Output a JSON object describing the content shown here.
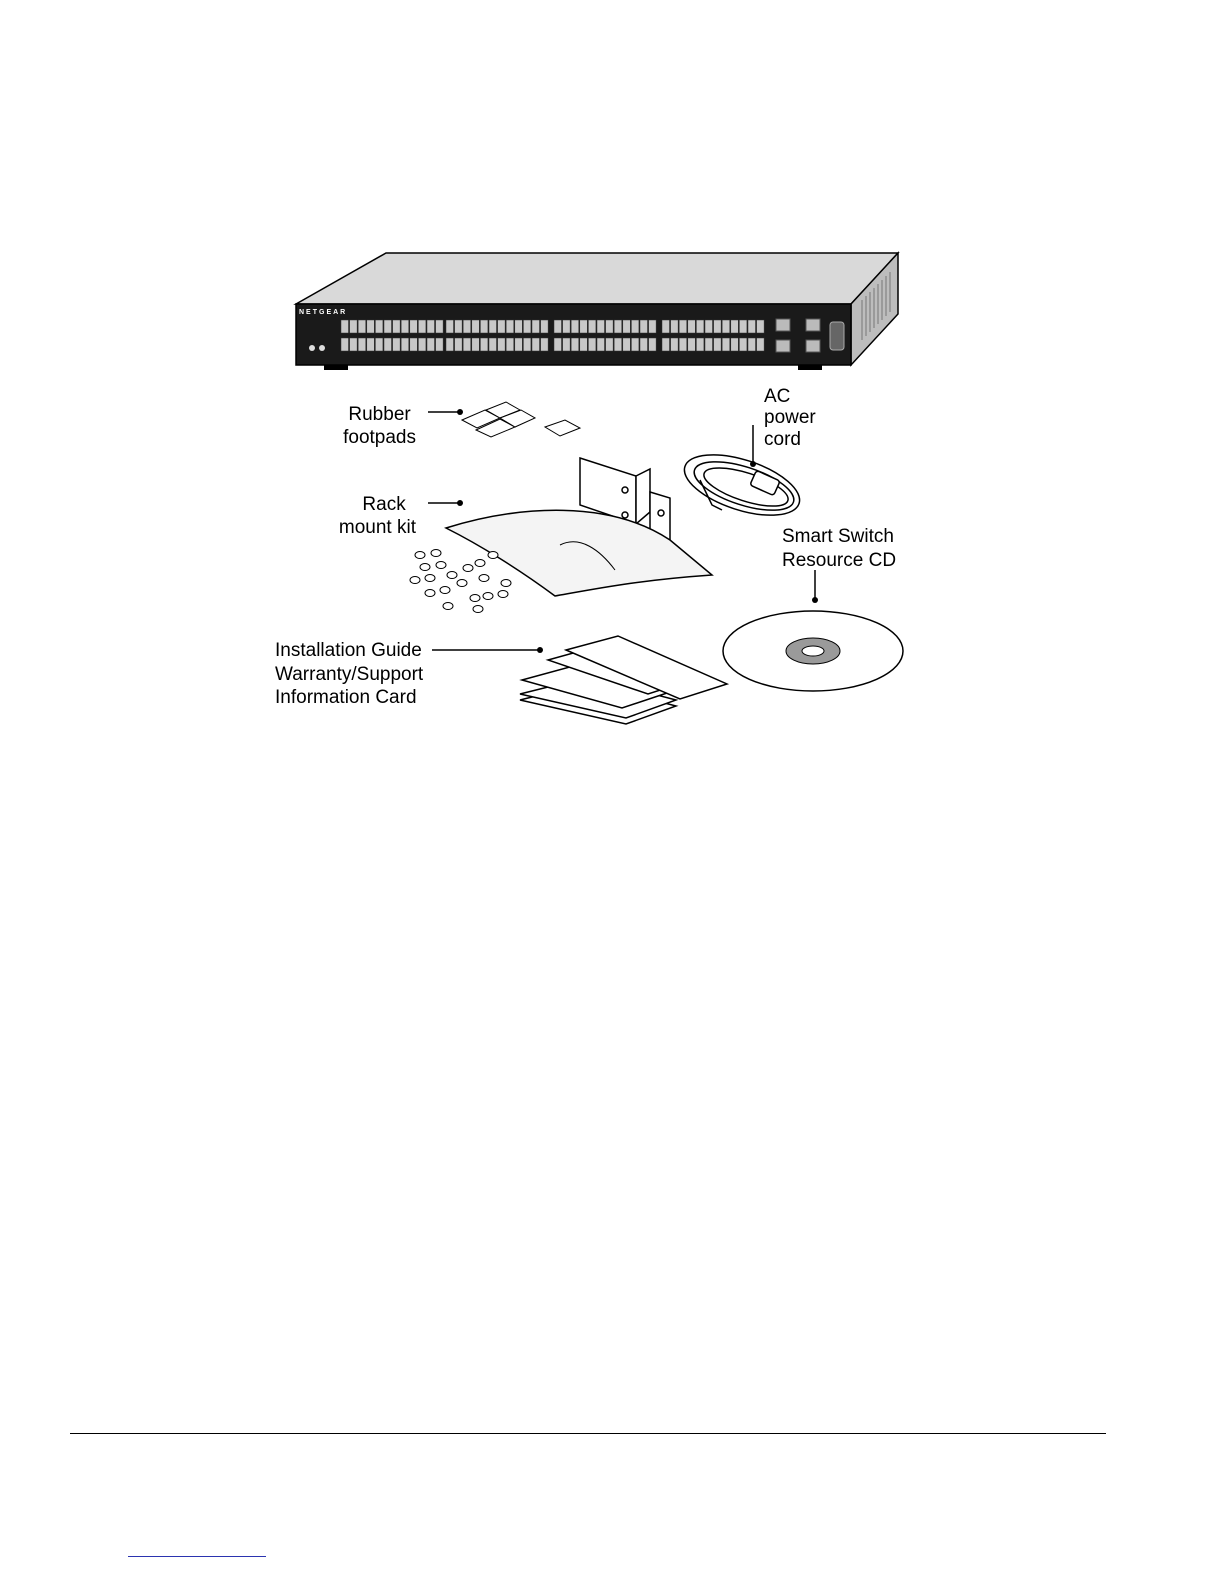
{
  "figure": {
    "switch_brand": "NETGEAR",
    "labels": {
      "footpads": [
        "Rubber",
        "footpads"
      ],
      "rack_kit": [
        "Rack",
        "mount kit"
      ],
      "power_cord": [
        "AC",
        "power",
        "cord"
      ],
      "resource_cd": [
        "Smart Switch",
        "Resource CD"
      ],
      "docs": [
        "Installation Guide",
        "Warranty/Support",
        "Information Card"
      ]
    }
  },
  "colors": {
    "ink": "#000000",
    "switch_top": "#d9d9d9",
    "switch_front": "#1a1a1a",
    "cd_hub": "#9a9a9a",
    "footer_link": "#2b34b0"
  }
}
